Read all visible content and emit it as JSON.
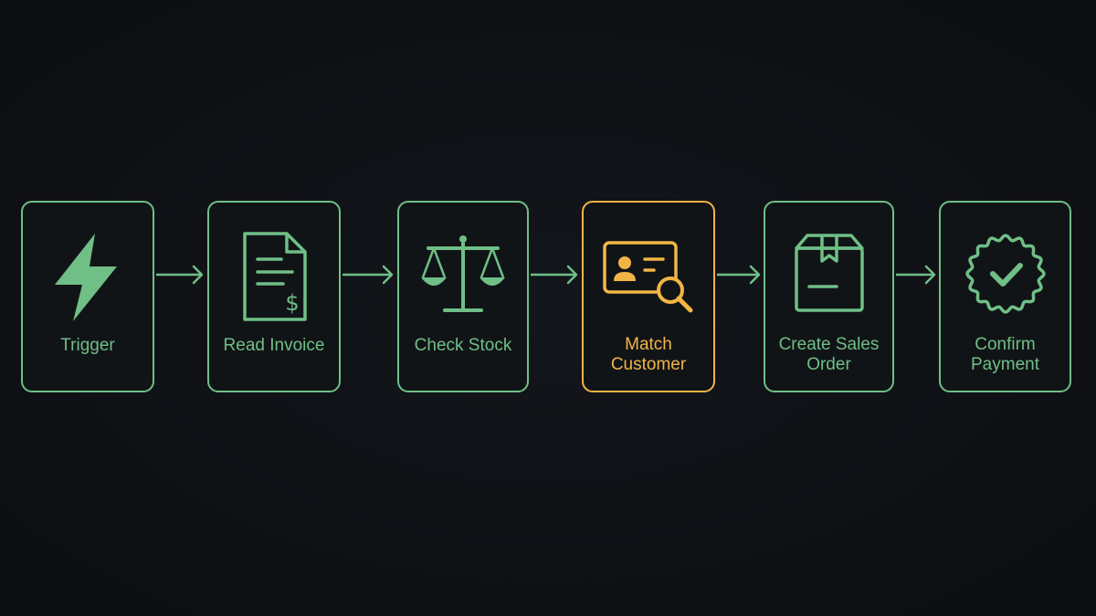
{
  "diagram": {
    "colors": {
      "background": "#0f1115",
      "default_accent": "#6fbf86",
      "active_accent": "#f2b545"
    },
    "steps": [
      {
        "label": "Trigger",
        "icon": "lightning-bolt-icon",
        "active": false
      },
      {
        "label": "Read Invoice",
        "icon": "invoice-document-icon",
        "active": false
      },
      {
        "label": "Check Stock",
        "icon": "balance-scale-icon",
        "active": false
      },
      {
        "label": "Match\nCustomer",
        "icon": "id-card-search-icon",
        "active": true
      },
      {
        "label": "Create Sales\nOrder",
        "icon": "package-box-icon",
        "active": false
      },
      {
        "label": "Confirm\nPayment",
        "icon": "verified-badge-icon",
        "active": false
      }
    ]
  }
}
